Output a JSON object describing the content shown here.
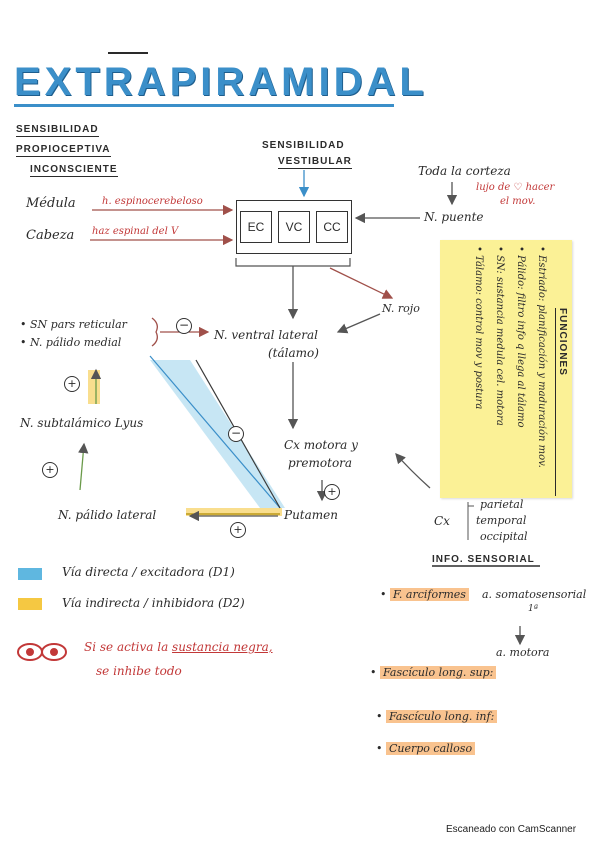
{
  "title": "EXTRAPIRAMIDAL",
  "left_header": {
    "line1": "SENSIBILIDAD",
    "line2": "PROPIOCEPTIVA",
    "line3": "INCONSCIENTE"
  },
  "vestibular_header": {
    "line1": "SENSIBILIDAD",
    "line2": "VESTIBULAR"
  },
  "medula": {
    "label": "Médula",
    "tract": "h. espinocerebeloso"
  },
  "cabeza": {
    "label": "Cabeza",
    "tract": "haz espinal del V"
  },
  "cerebellum_cells": [
    "EC",
    "VC",
    "CC"
  ],
  "cortex": {
    "label": "Toda la corteza",
    "note1": "lujo de ♡ hacer",
    "note2": "el mov."
  },
  "puente": "N. puente",
  "rojo": "N. rojo",
  "sn": {
    "item1": "SN pars reticular",
    "item2": "N. pálido medial"
  },
  "talamo": {
    "line1": "N. ventral lateral",
    "line2": "(tálamo)"
  },
  "lyus": "N. subtalámico Lyus",
  "cx_motora": {
    "line1": "Cx motora y",
    "line2": "premotora"
  },
  "palido_lateral": "N. pálido lateral",
  "putamen": "Putamen",
  "cx_areas": {
    "prefix": "Cx",
    "a": "parietal",
    "b": "temporal",
    "c": "occipital"
  },
  "funciones": {
    "heading": "FUNCIONES",
    "items": [
      "Estriado: planificación y maduración mov.",
      "Pálido: filtro info q llega al tálamo",
      "SN: sustancia medula cel. motora",
      "Tálamo: control mov y postura"
    ]
  },
  "legend": [
    {
      "color": "#5fb7e0",
      "label": "Vía directa / excitadora (D1)"
    },
    {
      "color": "#f5c842",
      "label": "Vía indirecta / inhibidora (D2)"
    }
  ],
  "ojo": {
    "word": "OJO",
    "line1_pre": "Si se activa la ",
    "line1_em": "sustancia negra,",
    "line2": "se inhibe todo"
  },
  "info_sensorial": {
    "heading": "INFO. SENSORIAL",
    "items": [
      "F. arciformes",
      "Fascículo long. sup:",
      "Fascículo long. inf:",
      "Cuerpo calloso"
    ],
    "arciformes_target1": "a. somatosensorial",
    "arciformes_target1_sub": "1ª",
    "arciformes_target2": "a. motora"
  },
  "symbols": {
    "plus": "+",
    "minus": "−"
  },
  "footer": "Escaneado con CamScanner",
  "colors": {
    "title": "#3b8fc9",
    "direct": "#5fb7e0",
    "indirect": "#f5c842",
    "sticky": "#fbf196",
    "ojo": "#c23838",
    "orange_hl": "#f9c38f"
  }
}
